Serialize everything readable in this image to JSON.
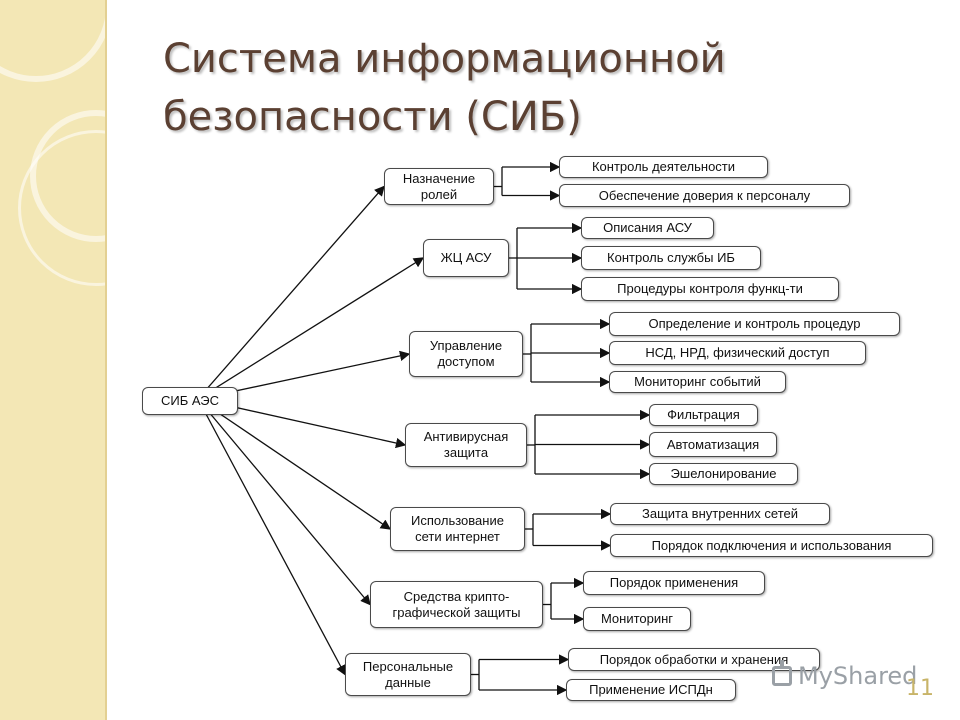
{
  "slide": {
    "title_line1": "Система информационной",
    "title_line2": "безопасности (СИБ)",
    "page_number": "11"
  },
  "watermark": {
    "brand": "MyShared"
  },
  "colors": {
    "accent_band": "#f3e7b5",
    "title": "#5b4032",
    "page_number": "#c8b468"
  },
  "diagram": {
    "root": "СИБ АЭС",
    "branches": [
      {
        "label": "Назначение\nролей",
        "items": [
          "Контроль деятельности",
          "Обеспечение доверия к персоналу"
        ]
      },
      {
        "label": "ЖЦ АСУ",
        "items": [
          "Описания АСУ",
          "Контроль службы ИБ",
          "Процедуры контроля функц-ти"
        ]
      },
      {
        "label": "Управление\nдоступом",
        "items": [
          "Определение и контроль процедур",
          "НСД, НРД, физический доступ",
          "Мониторинг событий"
        ]
      },
      {
        "label": "Антивирусная\nзащита",
        "items": [
          "Фильтрация",
          "Автоматизация",
          "Эшелонирование"
        ]
      },
      {
        "label": "Использование\nсети интернет",
        "items": [
          "Защита внутренних сетей",
          "Порядок подключения и использования"
        ]
      },
      {
        "label": "Средства крипто-\nграфической защиты",
        "items": [
          "Порядок применения",
          "Мониторинг"
        ]
      },
      {
        "label": "Персональные\nданные",
        "items": [
          "Порядок обработки и хранения",
          "Применение ИСПДн"
        ]
      }
    ]
  }
}
